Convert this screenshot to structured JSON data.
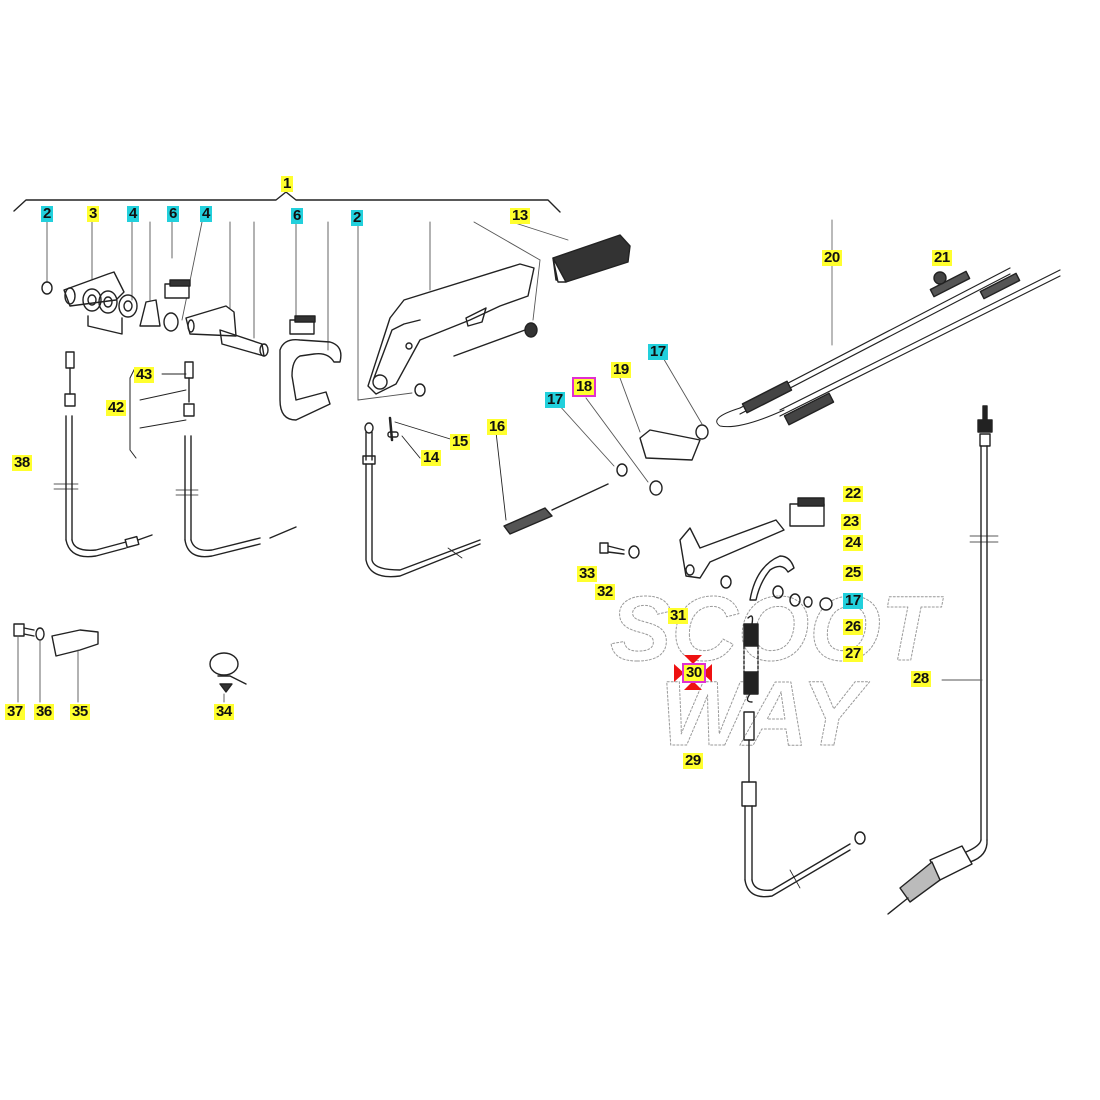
{
  "diagram": {
    "title": "Handbrake assembly exploded parts diagram",
    "watermark": [
      "SCOOT",
      "WAY"
    ],
    "colors": {
      "label_yellow": "#ffff2e",
      "label_cyan": "#22d0dc",
      "selection_outline": "#e030d0",
      "marker_red": "#ee1111",
      "line": "#222222",
      "watermark": "#9a9a9a"
    },
    "labels": [
      {
        "id": "l1",
        "text": "1",
        "style": "yellow"
      },
      {
        "id": "l2a",
        "text": "2",
        "style": "cyan"
      },
      {
        "id": "l3",
        "text": "3",
        "style": "yellow"
      },
      {
        "id": "l4a",
        "text": "4",
        "style": "cyan"
      },
      {
        "id": "l6a",
        "text": "6",
        "style": "cyan"
      },
      {
        "id": "l4b",
        "text": "4",
        "style": "cyan"
      },
      {
        "id": "l6b",
        "text": "6",
        "style": "cyan"
      },
      {
        "id": "l2b",
        "text": "2",
        "style": "cyan"
      },
      {
        "id": "l13",
        "text": "13",
        "style": "yellow"
      },
      {
        "id": "l20",
        "text": "20",
        "style": "yellow"
      },
      {
        "id": "l21",
        "text": "21",
        "style": "yellow"
      },
      {
        "id": "l17a",
        "text": "17",
        "style": "cyan"
      },
      {
        "id": "l19",
        "text": "19",
        "style": "yellow"
      },
      {
        "id": "l18",
        "text": "18",
        "style": "yellow",
        "selected": true
      },
      {
        "id": "l17b",
        "text": "17",
        "style": "cyan"
      },
      {
        "id": "l43",
        "text": "43",
        "style": "yellow"
      },
      {
        "id": "l42",
        "text": "42",
        "style": "yellow"
      },
      {
        "id": "l38",
        "text": "38",
        "style": "yellow"
      },
      {
        "id": "l15",
        "text": "15",
        "style": "yellow"
      },
      {
        "id": "l14",
        "text": "14",
        "style": "yellow"
      },
      {
        "id": "l16",
        "text": "16",
        "style": "yellow"
      },
      {
        "id": "l22",
        "text": "22",
        "style": "yellow"
      },
      {
        "id": "l23",
        "text": "23",
        "style": "yellow"
      },
      {
        "id": "l24",
        "text": "24",
        "style": "yellow"
      },
      {
        "id": "l25",
        "text": "25",
        "style": "yellow"
      },
      {
        "id": "l17c",
        "text": "17",
        "style": "cyan"
      },
      {
        "id": "l26",
        "text": "26",
        "style": "yellow"
      },
      {
        "id": "l27",
        "text": "27",
        "style": "yellow"
      },
      {
        "id": "l33",
        "text": "33",
        "style": "yellow"
      },
      {
        "id": "l32",
        "text": "32",
        "style": "yellow"
      },
      {
        "id": "l31",
        "text": "31",
        "style": "yellow"
      },
      {
        "id": "l30",
        "text": "30",
        "style": "yellow",
        "selected": true,
        "marked": true
      },
      {
        "id": "l28",
        "text": "28",
        "style": "yellow"
      },
      {
        "id": "l29",
        "text": "29",
        "style": "yellow"
      },
      {
        "id": "l37",
        "text": "37",
        "style": "yellow"
      },
      {
        "id": "l36",
        "text": "36",
        "style": "yellow"
      },
      {
        "id": "l35",
        "text": "35",
        "style": "yellow"
      },
      {
        "id": "l34",
        "text": "34",
        "style": "yellow"
      }
    ]
  }
}
